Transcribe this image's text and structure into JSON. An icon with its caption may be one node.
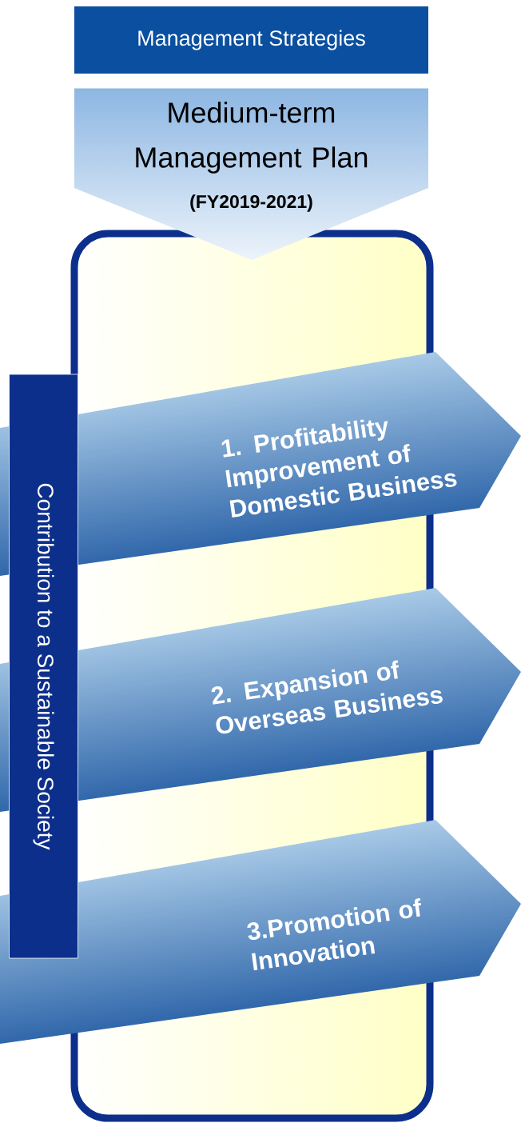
{
  "diagram": {
    "nodes": [
      {
        "text": [
          "Management Strategies"
        ]
      },
      {
        "text": [
          "Medium-term Management Plan",
          "(FY2019-2021)"
        ]
      },
      {
        "text": [
          "Contribution to a Sustainable Society"
        ]
      },
      {
        "text": [
          "1. Profitability Improvement of Domestic Business"
        ]
      },
      {
        "text": [
          "2. Expansion of Overseas Business"
        ]
      },
      {
        "text": [
          "3.Promotion of Innovation"
        ]
      }
    ]
  }
}
